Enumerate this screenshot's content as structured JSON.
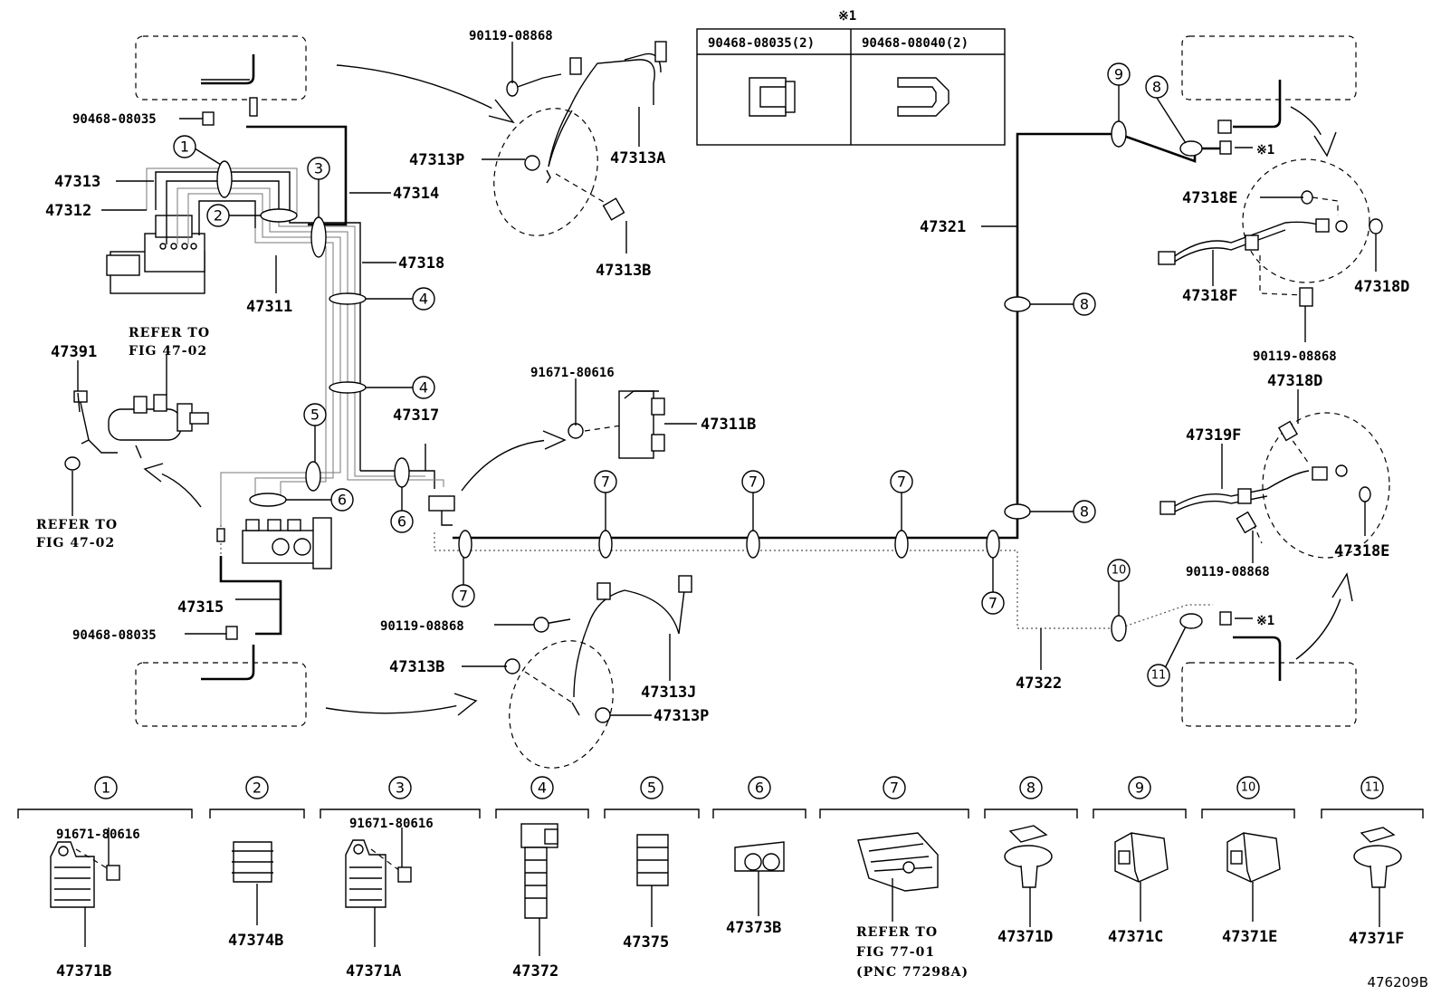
{
  "part_labels": {
    "p90119_08868_top": "90119-08868",
    "p90468_08035_top": "90468-08035",
    "p47313": "47313",
    "p47312": "47312",
    "p47314": "47314",
    "p47318": "47318",
    "p47311": "47311",
    "p47313P_top": "47313P",
    "p47313A": "47313A",
    "p47313B_top": "47313B",
    "p47391": "47391",
    "p47317": "47317",
    "p91671_80616_mid": "91671-80616",
    "p47311B": "47311B",
    "p47315": "47315",
    "p90468_08035_bot": "90468-08035",
    "p90119_08868_bot": "90119-08868",
    "p47313B_bot": "47313B",
    "p47313J": "47313J",
    "p47313P_bot": "47313P",
    "p47321": "47321",
    "p47322": "47322",
    "p47318E_top": "47318E",
    "p47318F": "47318F",
    "p47318D_r": "47318D",
    "p90119_08868_r1": "90119-08868",
    "p47318D_r2": "47318D",
    "p47319F": "47319F",
    "p90119_08868_r2": "90119-08868",
    "p47318E_bot": "47318E",
    "note1_top": "※1",
    "note1_r1": "※1",
    "note1_r2": "※1"
  },
  "refer_labels": {
    "refer_to": "REFER TO",
    "fig_47_02": "FIG 47-02",
    "fig_77_01": "FIG 77-01",
    "pnc": "(PNC 77298A)"
  },
  "table": {
    "col1": "90468-08035(2)",
    "col2": "90468-08040(2)"
  },
  "callouts": [
    "1",
    "2",
    "3",
    "4",
    "5",
    "6",
    "7",
    "8",
    "9",
    "10",
    "11"
  ],
  "legend": [
    {
      "num": "1",
      "top": "91671-80616",
      "bottom": "47371B"
    },
    {
      "num": "2",
      "top": "",
      "bottom": "47374B"
    },
    {
      "num": "3",
      "top": "91671-80616",
      "bottom": "47371A"
    },
    {
      "num": "4",
      "top": "",
      "bottom": "47372"
    },
    {
      "num": "5",
      "top": "",
      "bottom": "47375"
    },
    {
      "num": "6",
      "top": "",
      "bottom": "47373B"
    },
    {
      "num": "7",
      "top": "",
      "bottom": ""
    },
    {
      "num": "8",
      "top": "",
      "bottom": "47371D"
    },
    {
      "num": "9",
      "top": "",
      "bottom": "47371C"
    },
    {
      "num": "10",
      "top": "",
      "bottom": "47371E"
    },
    {
      "num": "11",
      "top": "",
      "bottom": "47371F"
    }
  ],
  "figure_id": "476209B"
}
